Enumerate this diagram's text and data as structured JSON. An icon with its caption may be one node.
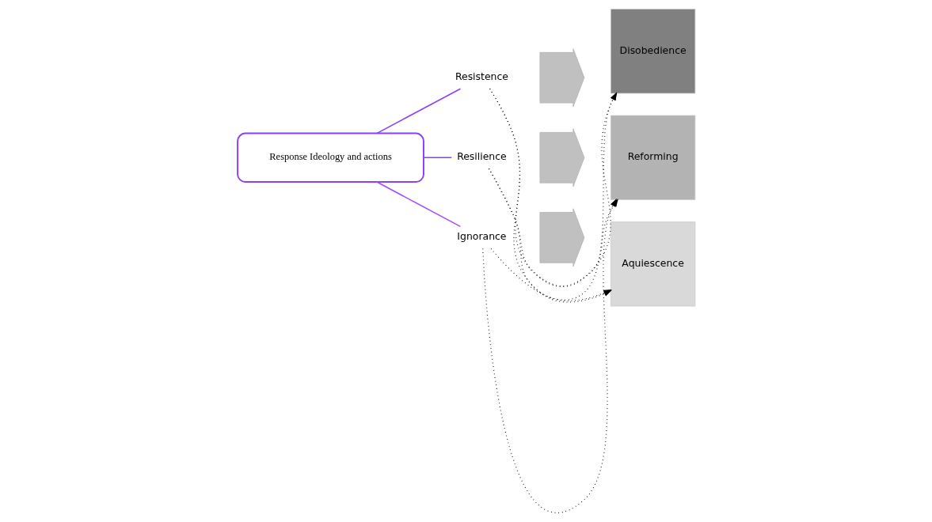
{
  "diagram": {
    "nodes": [
      {
        "text": [
          "Response Ideology and actions"
        ]
      },
      {
        "text": [
          "Resistence"
        ]
      },
      {
        "text": [
          "Resilience"
        ]
      },
      {
        "text": [
          "Ignorance"
        ]
      },
      {
        "text": [],
        "shape": "arrow"
      },
      {
        "text": [],
        "shape": "arrow"
      },
      {
        "text": [],
        "shape": "arrow"
      },
      {
        "text": [
          "Disobedience"
        ]
      },
      {
        "text": [
          "Reforming"
        ]
      },
      {
        "text": [
          "Aquiescence"
        ]
      }
    ],
    "edges": [
      {
        "from": 0,
        "to": 1,
        "arrow": "none",
        "color": "#8a3ffc"
      },
      {
        "from": 0,
        "to": 2,
        "arrow": "none",
        "color": "#8a3ffc"
      },
      {
        "from": 0,
        "to": 3,
        "arrow": "none",
        "color": "#a64dff"
      },
      {
        "from": 1,
        "to": 8,
        "arrow": "to",
        "style": "dashed"
      },
      {
        "from": 1,
        "to": 9,
        "arrow": "to",
        "style": "dashed"
      },
      {
        "from": 2,
        "to": 7,
        "arrow": "to",
        "style": "dashed"
      },
      {
        "from": 2,
        "to": 9,
        "arrow": "to",
        "style": "dashed"
      },
      {
        "from": 3,
        "to": 7,
        "arrow": "to",
        "style": "dashed"
      },
      {
        "from": 3,
        "to": 8,
        "arrow": "to",
        "style": "dashed"
      }
    ]
  }
}
